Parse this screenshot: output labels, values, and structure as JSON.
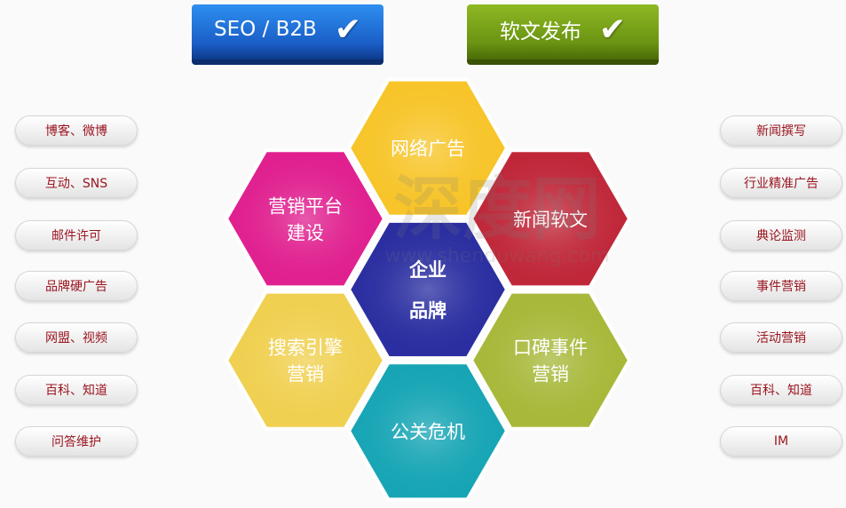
{
  "top_buttons": [
    {
      "label": "SEO / B2B",
      "icon": "check-icon",
      "color": "#1a5fc8"
    },
    {
      "label": "软文发布",
      "icon": "check-icon",
      "color": "#6a9412"
    }
  ],
  "left_items": [
    "博客、微博",
    "互动、SNS",
    "邮件许可",
    "品牌硬广告",
    "网盟、视频",
    "百科、知道",
    "问答维护"
  ],
  "right_items": [
    "新闻撰写",
    "行业精准广告",
    "典论监测",
    "事件营销",
    "活动营销",
    "百科、知道",
    "IM"
  ],
  "hexagons": {
    "center": {
      "lines": [
        "企业",
        "品牌"
      ],
      "color": "#2a2ea0"
    },
    "top": {
      "lines": [
        "网络广告"
      ],
      "color": "#f7c52a"
    },
    "upper_right": {
      "lines": [
        "新闻软文"
      ],
      "color": "#c0283a"
    },
    "lower_right": {
      "lines": [
        "口碑事件",
        "营销"
      ],
      "color": "#a8b83a"
    },
    "bottom": {
      "lines": [
        "公关危机"
      ],
      "color": "#17a5b5"
    },
    "lower_left": {
      "lines": [
        "搜索引擎",
        "营销"
      ],
      "color": "#f0d050"
    },
    "upper_left": {
      "lines": [
        "营销平台",
        "建设"
      ],
      "color": "#e0208f"
    }
  },
  "watermark": {
    "title": "深度网",
    "url": "www.shenduwang.com"
  }
}
